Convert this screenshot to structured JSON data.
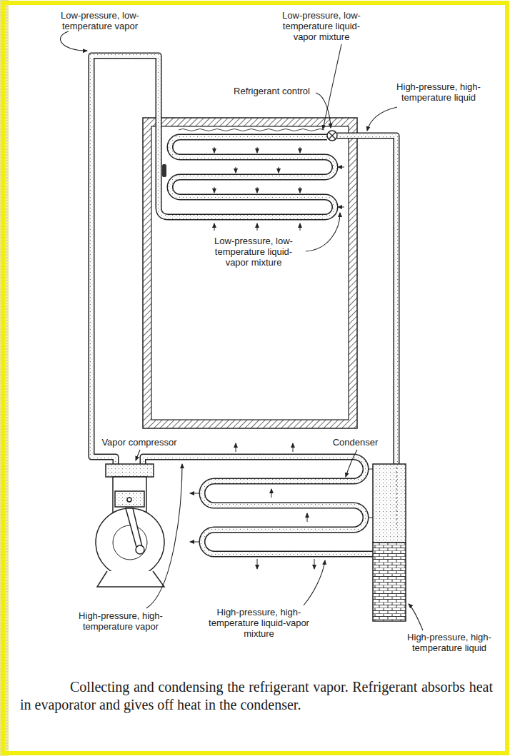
{
  "diagram": {
    "caption": "Collecting and condensing the refrigerant vapor. Refrigerant absorbs heat in evaporator and gives off heat in the condenser.",
    "labels": [
      "Low-pressure, low-temperature vapor",
      "Low-pressure, low-temperature liquid-vapor mixture",
      "Refrigerant control",
      "High-pressure, high-temperature liquid",
      "Low-pressure, low-temperature liquid-vapor mixture",
      "Vapor compressor",
      "Condenser",
      "High-pressure, high-temperature vapor",
      "High-pressure, high-temperature liquid-vapor mixture",
      "High-pressure, high-temperature liquid"
    ]
  }
}
